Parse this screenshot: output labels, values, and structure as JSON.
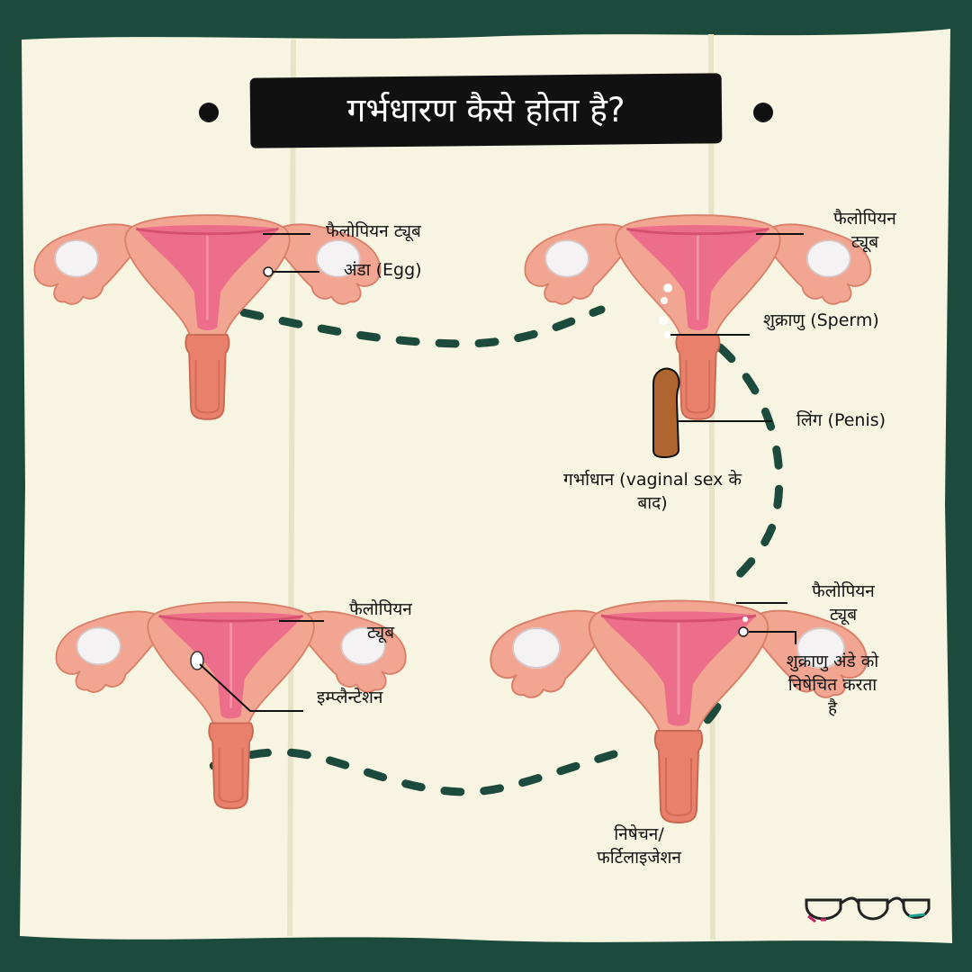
{
  "title": "गर्भधारण कैसे होता है?",
  "colors": {
    "background": "#1c4a3c",
    "paper": "#f7f5e1",
    "path": "#1c4a3c",
    "uterus_outer": "#f2a590",
    "uterus_inner": "#ec6e8b",
    "ovary": "#f4f2f2",
    "penis": "#b1652e"
  },
  "stages": {
    "stage1": {
      "fallopian": "फैलोपियन ट्यूब",
      "egg": "अंडा (Egg)"
    },
    "stage2": {
      "fallopian_l1": "फैलोपियन",
      "fallopian_l2": "ट्यूब",
      "sperm": "शुक्राणु (Sperm)",
      "penis": "लिंग (Penis)",
      "caption_l1": "गर्भाधान (vaginal sex के",
      "caption_l2": "बाद)"
    },
    "stage3": {
      "fallopian_l1": "फैलोपियन",
      "fallopian_l2": "ट्यूब",
      "fert_l1": "शुक्राणु अंडे को",
      "fert_l2": "निषेचित करता",
      "fert_l3": "है",
      "caption_l1": "निषेचन/",
      "caption_l2": "फर्टिलाइजेशन"
    },
    "stage4": {
      "fallopian_l1": "फैलोपियन",
      "fallopian_l2": "ट्यूब",
      "implantation": "इम्प्लैन्टेशन"
    }
  }
}
